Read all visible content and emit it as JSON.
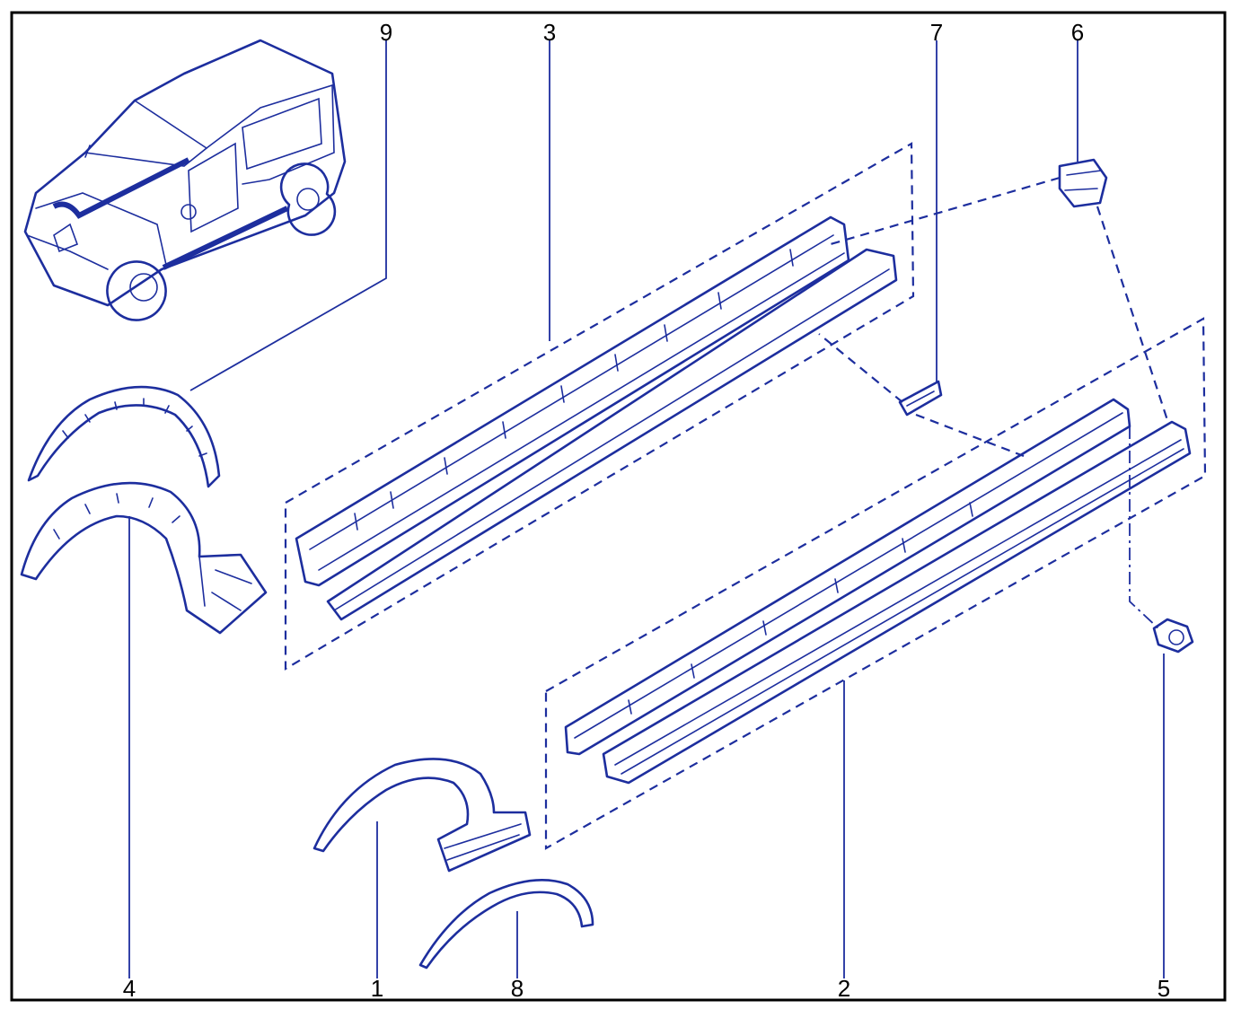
{
  "diagram": {
    "colors": {
      "line": "#1d2e9e",
      "frame": "#000000",
      "background": "#ffffff"
    },
    "callouts": {
      "c9": "9",
      "c3": "3",
      "c7": "7",
      "c6": "6",
      "c4": "4",
      "c1": "1",
      "c8": "8",
      "c2": "2",
      "c5": "5"
    }
  }
}
